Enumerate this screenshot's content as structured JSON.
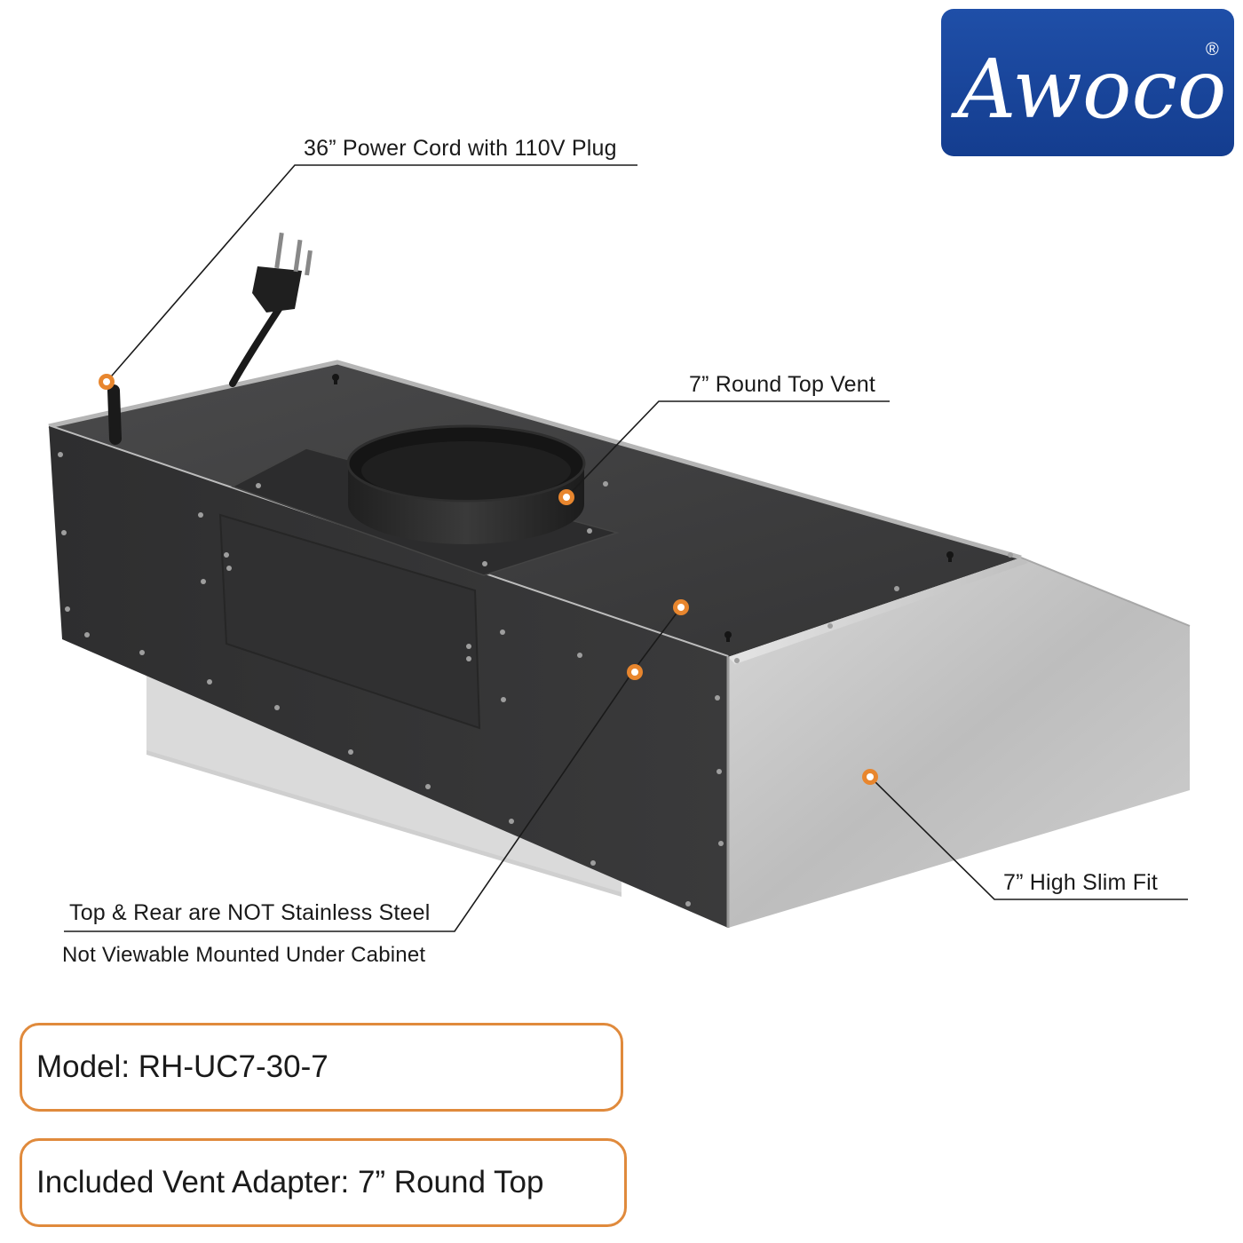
{
  "brand": {
    "logo_text": "Awoco",
    "registered_mark": "®",
    "logo_color": "#1a4a9e"
  },
  "callouts": {
    "power_cord": "36” Power Cord with 110V Plug",
    "round_vent": "7” Round Top Vent",
    "slim_fit": "7” High Slim Fit",
    "not_stainless": "Top & Rear are NOT Stainless Steel",
    "not_viewable": "Not Viewable Mounted Under Cabinet"
  },
  "specs": {
    "model": "Model: RH-UC7-30-7",
    "vent_adapter": "Included Vent Adapter: 7” Round Top"
  },
  "colors": {
    "accent_orange": "#e8862e",
    "hood_dark": "#3c3c3d",
    "stainless": "#c9c9c9"
  }
}
